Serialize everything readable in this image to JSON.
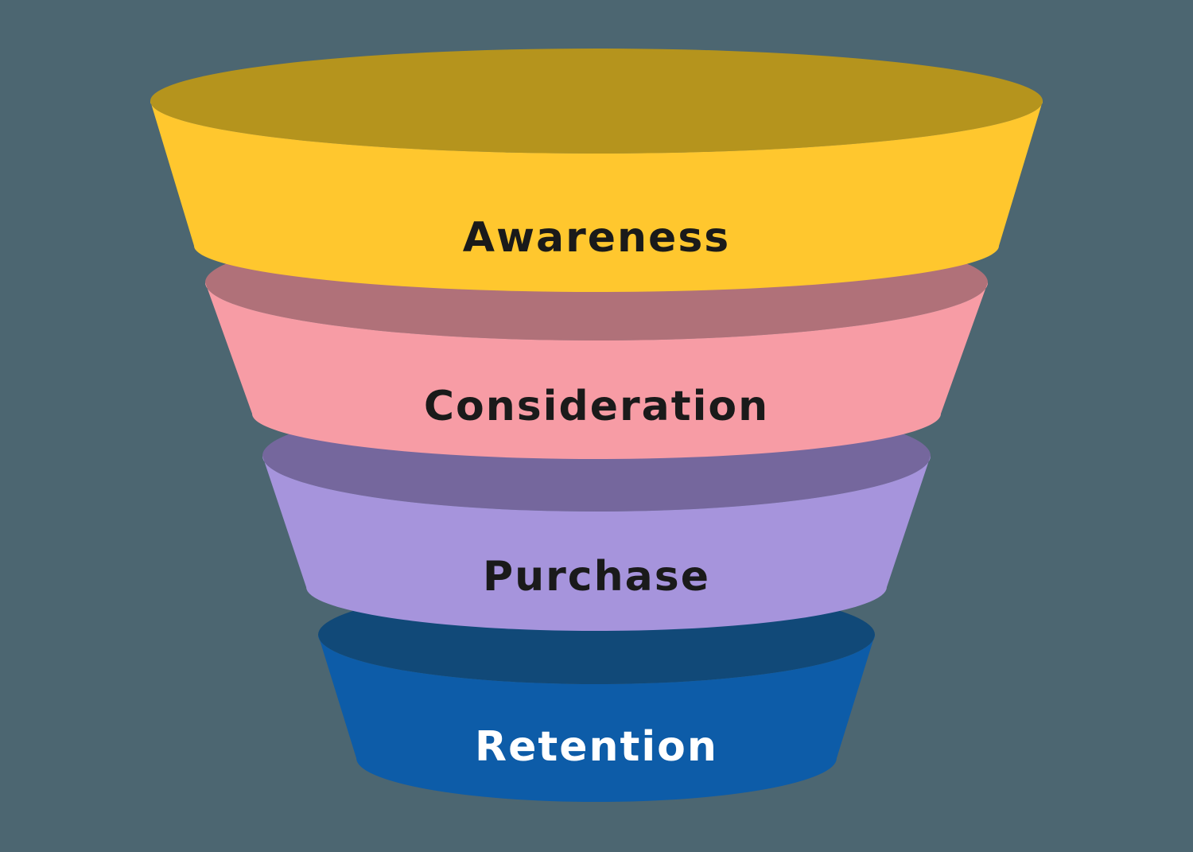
{
  "diagram_type": "funnel",
  "background_color": "#4C6671",
  "stages": [
    {
      "label": "Awareness",
      "order": 1,
      "colors": {
        "top": "#B5941D",
        "front": "#FFC72E",
        "text": "#1A1A1A"
      }
    },
    {
      "label": "Consideration",
      "order": 2,
      "colors": {
        "top": "#B07179",
        "front": "#F79CA5",
        "text": "#1A1A1A"
      }
    },
    {
      "label": "Purchase",
      "order": 3,
      "colors": {
        "top": "#75679D",
        "front": "#A694DC",
        "text": "#1A1A1A"
      }
    },
    {
      "label": "Retention",
      "order": 4,
      "colors": {
        "top": "#114978",
        "front": "#0D5CA8",
        "text": "#FFFFFF"
      }
    }
  ]
}
